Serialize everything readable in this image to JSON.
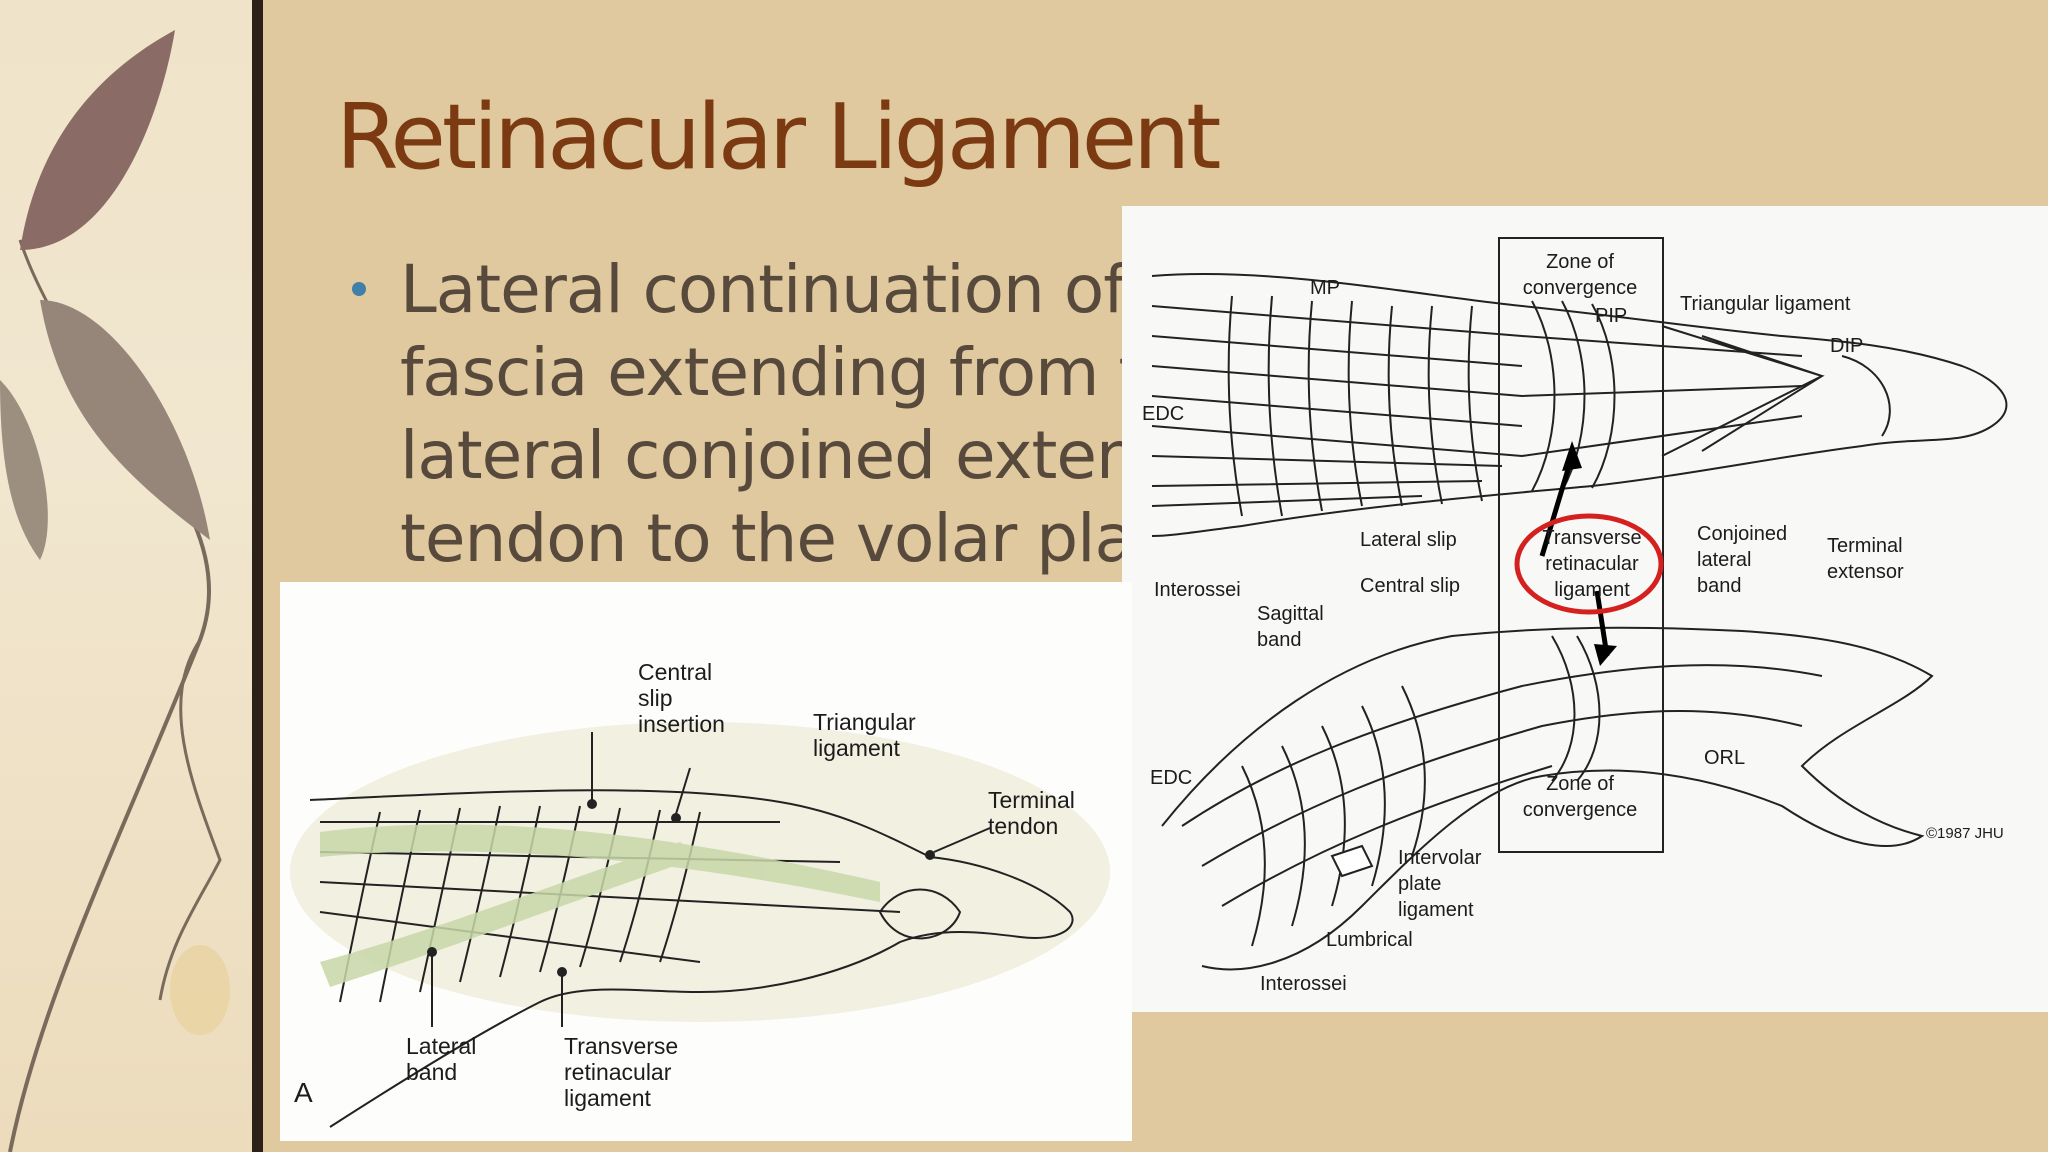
{
  "slide": {
    "title": "Retinacular Ligament",
    "bullet_text": "Lateral continuation of the fascia extending from the lateral conjoined extensor tendon to the volar plate",
    "colors": {
      "background": "#e0c99f",
      "title": "#7b3a12",
      "body_text": "#574a3c",
      "bullet": "#3f7fa8",
      "divider": "#2b2118"
    }
  },
  "figure_left": {
    "panel_letter": "A",
    "labels": {
      "central_slip_insertion": [
        "Central",
        "slip",
        "insertion"
      ],
      "triangular_ligament": [
        "Triangular",
        "ligament"
      ],
      "terminal_tendon": [
        "Terminal",
        "tendon"
      ],
      "lateral_band": [
        "Lateral",
        "band"
      ],
      "transverse_retinacular_ligament": [
        "Transverse",
        "retinacular",
        "ligament"
      ]
    }
  },
  "figure_right": {
    "labels": {
      "zone_top": [
        "Zone of",
        "convergence"
      ],
      "zone_bottom": [
        "Zone of",
        "convergence"
      ],
      "mp": "MP",
      "pip": "PIP",
      "dip": "DIP",
      "triangular_ligament": "Triangular ligament",
      "edc_top": "EDC",
      "edc_bottom": "EDC",
      "interossei_top": "Interossei",
      "interossei_bottom": "Interossei",
      "central_slip": "Central slip",
      "lateral_slip": "Lateral slip",
      "sagittal_band": [
        "Sagittal",
        "band"
      ],
      "transverse_retinacular_ligament": [
        "Transverse",
        "retinacular",
        "ligament"
      ],
      "conjoined_lateral_band": [
        "Conjoined",
        "lateral",
        "band"
      ],
      "terminal_extensor": [
        "Terminal",
        "extensor"
      ],
      "orl": "ORL",
      "intervolar_plate_ligament": [
        "Intervolar",
        "plate",
        "ligament"
      ],
      "lumbrical": "Lumbrical",
      "copyright": "©1987 JHU"
    },
    "highlight_color": "#d4211f"
  }
}
